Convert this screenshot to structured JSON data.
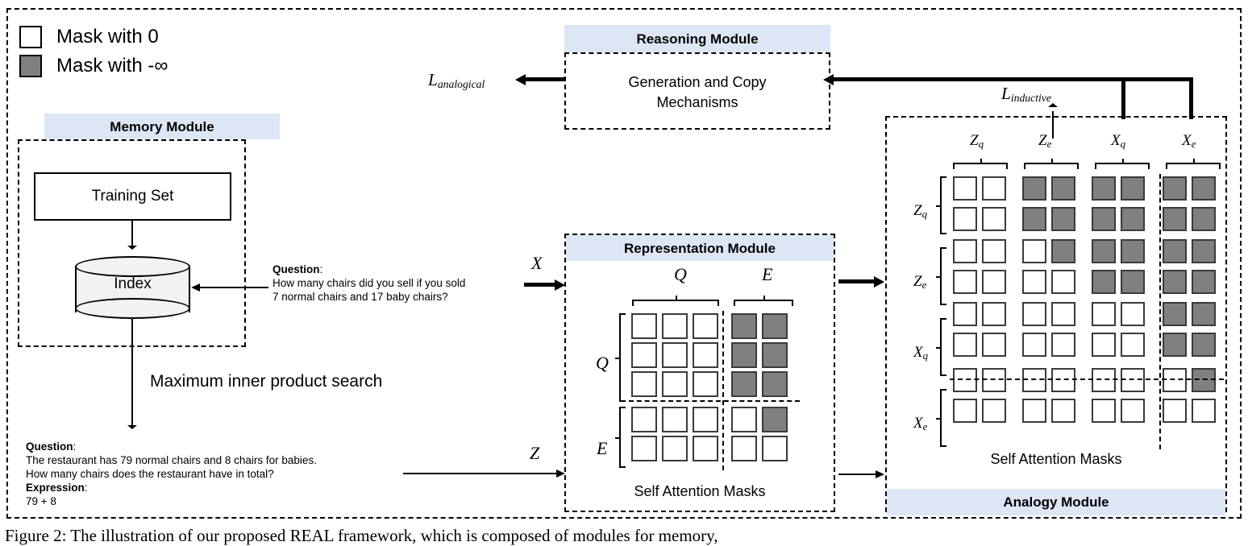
{
  "legend": {
    "items": [
      {
        "swatch": "white",
        "label": "Mask with 0"
      },
      {
        "swatch": "gray",
        "label": "Mask with -∞"
      }
    ]
  },
  "colors": {
    "mask_zero": "#ffffff",
    "mask_neg_inf": "#808080",
    "module_header": "#dce6f5",
    "cylinder_fill": "#f2f2f2",
    "stroke": "#000000"
  },
  "memory_module": {
    "header": "Memory Module",
    "training_set": "Training Set",
    "index": "Index",
    "search_label": "Maximum inner product search"
  },
  "input_question": {
    "heading": "Question",
    "colon": ":",
    "lines": [
      "How many chairs did you sell if you sold",
      "7 normal chairs and 17 baby chairs?"
    ]
  },
  "retrieved_example": {
    "question_heading": "Question",
    "question_lines": [
      "The restaurant has 79 normal chairs and 8 chairs for babies.",
      "How many chairs does the restaurant have in total?"
    ],
    "expression_heading": "Expression",
    "expression": "79 + 8"
  },
  "reasoning_module": {
    "header": "Reasoning Module",
    "body_lines": [
      "Generation and Copy",
      "Mechanisms"
    ]
  },
  "losses": {
    "analogical": {
      "cal": "L",
      "sub": "analogical"
    },
    "inductive": {
      "cal": "L",
      "sub": "inductive"
    }
  },
  "flow_labels": {
    "x": "X",
    "z": "Z"
  },
  "representation_module": {
    "header": "Representation Module",
    "caption": "Self Attention Masks",
    "col_groups": [
      {
        "label": "Q",
        "sub": "",
        "count": 3
      },
      {
        "label": "E",
        "sub": "",
        "count": 2
      }
    ],
    "row_groups": [
      {
        "label": "Q",
        "sub": "",
        "count": 3
      },
      {
        "label": "E",
        "sub": "",
        "count": 2
      }
    ],
    "mask_matrix": [
      [
        0,
        0,
        0,
        1,
        1
      ],
      [
        0,
        0,
        0,
        1,
        1
      ],
      [
        0,
        0,
        0,
        1,
        1
      ],
      [
        0,
        0,
        0,
        0,
        1
      ],
      [
        0,
        0,
        0,
        0,
        0
      ]
    ]
  },
  "analogy_module": {
    "header": "Analogy Module",
    "caption": "Self Attention Masks",
    "col_groups": [
      {
        "label": "Z",
        "sub": "q",
        "count": 2
      },
      {
        "label": "Z",
        "sub": "e",
        "count": 2
      },
      {
        "label": "X",
        "sub": "q",
        "count": 2
      },
      {
        "label": "X",
        "sub": "e",
        "count": 2
      }
    ],
    "row_groups": [
      {
        "label": "Z",
        "sub": "q",
        "count": 2
      },
      {
        "label": "Z",
        "sub": "e",
        "count": 2
      },
      {
        "label": "X",
        "sub": "q",
        "count": 2
      },
      {
        "label": "X",
        "sub": "e",
        "count": 2
      }
    ],
    "mask_matrix": [
      [
        0,
        0,
        1,
        1,
        1,
        1,
        1,
        1
      ],
      [
        0,
        0,
        1,
        1,
        1,
        1,
        1,
        1
      ],
      [
        0,
        0,
        0,
        1,
        1,
        1,
        1,
        1
      ],
      [
        0,
        0,
        0,
        0,
        1,
        1,
        1,
        1
      ],
      [
        0,
        0,
        0,
        0,
        0,
        0,
        1,
        1
      ],
      [
        0,
        0,
        0,
        0,
        0,
        0,
        1,
        1
      ],
      [
        0,
        0,
        0,
        0,
        0,
        0,
        0,
        1
      ],
      [
        0,
        0,
        0,
        0,
        0,
        0,
        0,
        0
      ]
    ]
  },
  "figure_caption": "Figure 2: The illustration of our proposed REAL framework, which is composed of modules for memory,"
}
